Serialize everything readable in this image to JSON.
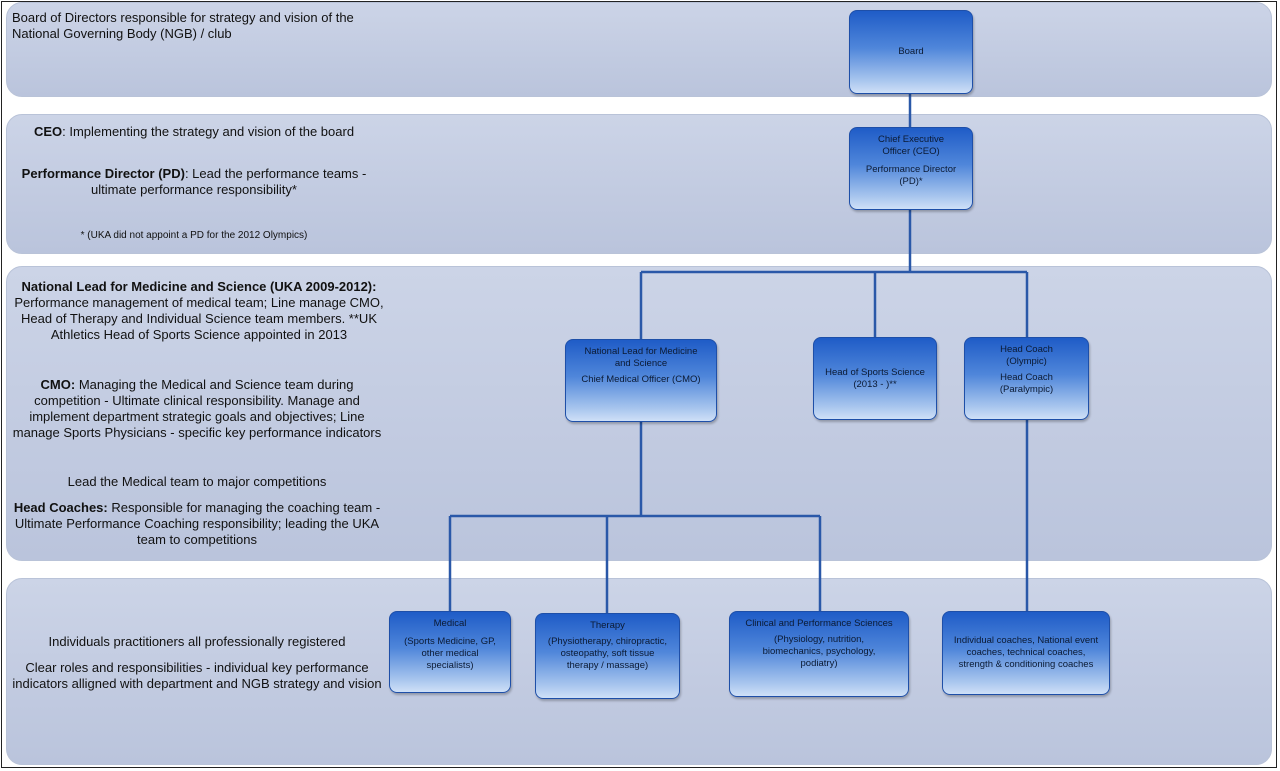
{
  "left_text": {
    "board": "Board of Directors responsible for strategy and vision of the National Governing Body (NGB) / club",
    "ceo_label": "CEO",
    "ceo_text": ": Implementing the strategy and vision of the board",
    "pd_label": "Performance Director (PD)",
    "pd_text": ": Lead the performance teams - ultimate performance responsibility*",
    "footnote": "* (UKA did not appoint  a PD for the 2012 Olympics)",
    "nlms_label": "National Lead for Medicine and Science (UKA 2009-2012):",
    "nlms_text": " Performance management of medical team; Line manage CMO, Head of Therapy and Individual Science team members. **UK Athletics Head of Sports Science appointed in 2013",
    "cmo_label": "CMO:",
    "cmo_text": " Managing the Medical and Science team during competition - Ultimate clinical responsibility. Manage and implement department strategic goals and objectives; Line manage Sports Physicians  - specific key performance indicators",
    "lead_medical": "Lead the Medical  team to major competitions",
    "coach_label": "Head Coaches:",
    "coach_text": " Responsible for managing the coaching team - Ultimate Performance Coaching responsibility; leading the UKA team to competitions",
    "practitioners": "Individuals practitioners all professionally registered",
    "roles": "Clear roles and responsibilities - individual key performance indicators alligned with department and NGB strategy and vision"
  },
  "nodes": {
    "board": {
      "line1": "Board"
    },
    "ceo": {
      "line1": "Chief Executive Officer (CEO)",
      "line2": "Performance Director  (PD)*"
    },
    "nlms": {
      "line1": "National Lead for Medicine and Science",
      "line2": "Chief Medical Officer (CMO)"
    },
    "hos": {
      "line1": "Head of Sports Science  (2013 - )**"
    },
    "coach": {
      "line1": "Head Coach (Olympic)",
      "line2": "Head Coach (Paralympic)"
    },
    "medical": {
      "line1": "Medical",
      "line2": "(Sports Medicine, GP, other medical specialists)"
    },
    "therapy": {
      "line1": "Therapy",
      "line2": "(Physiotherapy, chiropractic, osteopathy,  soft tissue therapy / massage)"
    },
    "clinical": {
      "line1": "Clinical  and Performance Sciences",
      "line2": "(Physiology,  nutrition, biomechanics,  psychology, podiatry)"
    },
    "individual": {
      "line1": "Individual coaches, National  event coaches, technical coaches, strength & conditioning   coaches"
    }
  },
  "colors": {
    "band": "#c4cde2",
    "node_top": "#1f5cc7",
    "node_bottom": "#cfe0f7",
    "connector": "#2a58a8"
  }
}
